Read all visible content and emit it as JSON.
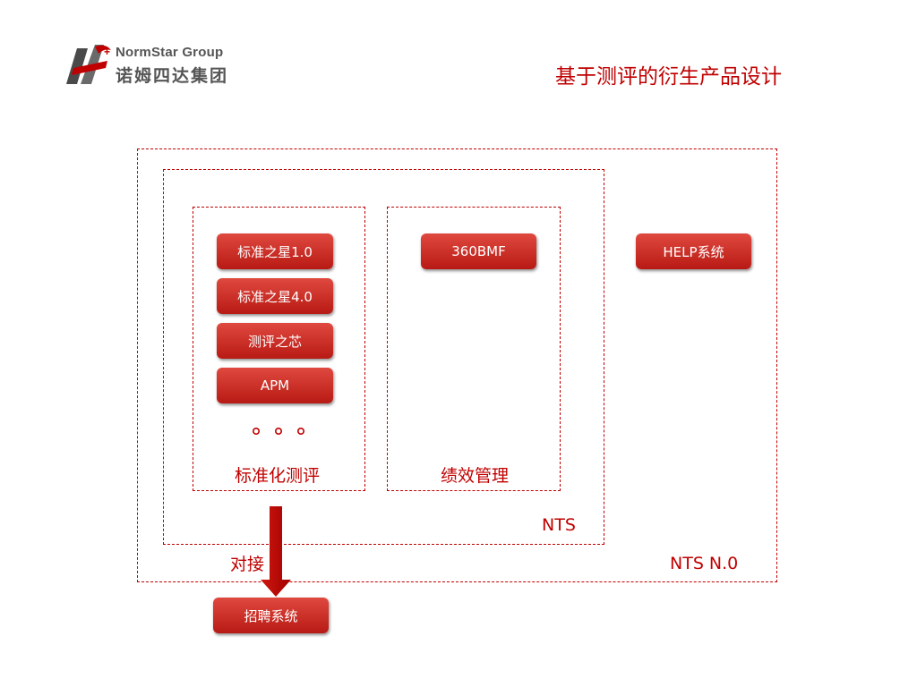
{
  "logo": {
    "name_en": "NormStar Group",
    "name_cn": "诺姆四达集团"
  },
  "page_title": "基于测评的衍生产品设计",
  "diagram": {
    "outer_label": "NTS N.0",
    "inner_label": "NTS",
    "standardized_group": {
      "label": "标准化测评",
      "items": [
        "标准之星1.0",
        "标准之星4.0",
        "测评之芯",
        "APM"
      ],
      "more_marker": "。 。 。"
    },
    "performance_group": {
      "label": "绩效管理",
      "items": [
        "360BMF"
      ]
    },
    "help_system": "HELP系统",
    "connection_label": "对接",
    "recruitment_system": "招聘系统"
  },
  "colors": {
    "accent": "#c00000",
    "button_top": "#e0493f",
    "button_bottom": "#b81a14",
    "logo_gray": "#555555"
  }
}
